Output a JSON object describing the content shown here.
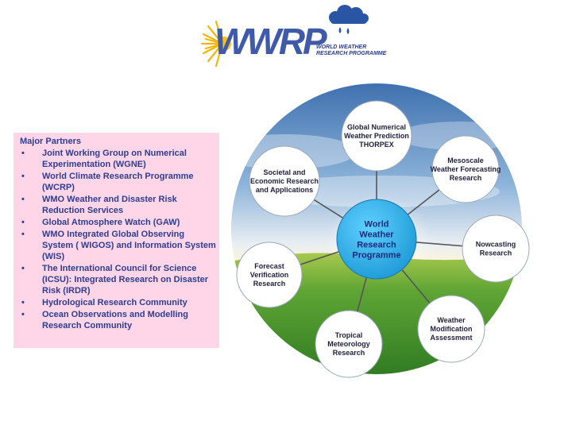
{
  "logo": {
    "wordmark": "WWRP",
    "subtitle": "WORLD WEATHER\nRESEARCH PROGRAMME",
    "colors": {
      "wordmark": "#3f5aa8",
      "sun": "#f2b705",
      "cloud": "#2a55a5"
    },
    "icons": [
      "sun-icon",
      "rain-cloud-icon"
    ]
  },
  "partners": {
    "title": "Major Partners",
    "items": [
      "Joint Working Group on Numerical Experimentation  (WGNE)",
      "World Climate Research Programme (WCRP)",
      "WMO Weather and Disaster Risk Reduction Services",
      "Global Atmosphere Watch (GAW)",
      "WMO Integrated Global Observing System ( WIGOS) and Information System (WIS)",
      "The International Council for Science (ICSU):   Integrated Research on Disaster Risk (IRDR)",
      "Hydrological Research Community",
      "Ocean Observations and Modelling Research Community"
    ],
    "colors": {
      "background": "#ffd5e8",
      "text": "#2d3d8f"
    }
  },
  "diagram": {
    "hub": {
      "lines": [
        "World",
        "Weather",
        "Research",
        "Programme"
      ],
      "color": "#29aee8"
    },
    "nodes": [
      {
        "id": "gnwp",
        "lines": [
          "Global Numerical",
          "Weather Prediction",
          "THORPEX"
        ]
      },
      {
        "id": "mesoscale",
        "lines": [
          "Mesoscale",
          "Weather Forecasting",
          "Research"
        ]
      },
      {
        "id": "nowcasting",
        "lines": [
          "Nowcasting",
          "Research"
        ]
      },
      {
        "id": "modification",
        "lines": [
          "Weather",
          "Modification",
          "Assessment"
        ]
      },
      {
        "id": "tropical",
        "lines": [
          "Tropical",
          "Meteorology",
          "Research"
        ]
      },
      {
        "id": "verification",
        "lines": [
          "Forecast",
          "Verification",
          "Research"
        ]
      },
      {
        "id": "societal",
        "lines": [
          "Societal and",
          "Economic Research",
          "and Applications"
        ]
      }
    ],
    "colors": {
      "sky": "#5b8fc7",
      "grass": "#4f9a2e",
      "node_fill": "#ffffff",
      "connector": "#555555"
    }
  }
}
